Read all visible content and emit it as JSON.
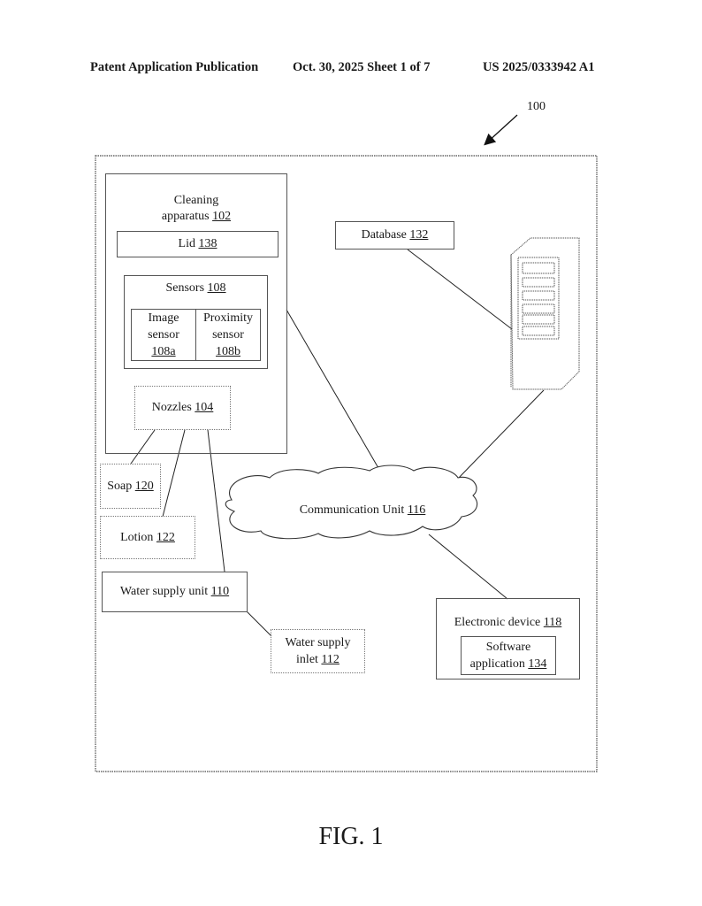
{
  "header": {
    "left": "Patent Application Publication",
    "middle": "Oct. 30, 2025  Sheet 1 of 7",
    "right": "US 2025/0333942 A1"
  },
  "reference": {
    "system_label": "100"
  },
  "components": {
    "cleaning_apparatus": {
      "name_line1": "Cleaning",
      "name_line2": "apparatus",
      "ref": "102"
    },
    "lid": {
      "name": "Lid",
      "ref": "138"
    },
    "sensors": {
      "name": "Sensors",
      "ref": "108"
    },
    "image_sensor": {
      "line1": "Image",
      "line2": "sensor",
      "ref": "108a"
    },
    "proximity_sensor": {
      "line1": "Proximity",
      "line2": "sensor",
      "ref": "108b"
    },
    "nozzles": {
      "name": "Nozzles",
      "ref": "104"
    },
    "soap": {
      "name": "Soap",
      "ref": "120"
    },
    "lotion": {
      "name": "Lotion",
      "ref": "122"
    },
    "water_supply_unit": {
      "name": "Water supply unit",
      "ref": "110"
    },
    "water_supply_inlet": {
      "line1": "Water supply",
      "line2": "inlet",
      "ref": "112"
    },
    "database": {
      "name": "Database",
      "ref": "132"
    },
    "server": {
      "icon": "server-tower-icon"
    },
    "communication_unit": {
      "name": "Communication Unit",
      "ref": "116"
    },
    "electronic_device": {
      "name": "Electronic device",
      "ref": "118"
    },
    "software_application": {
      "line1": "Software",
      "line2": "application",
      "ref": "134"
    }
  },
  "figure_label": "FIG. 1"
}
